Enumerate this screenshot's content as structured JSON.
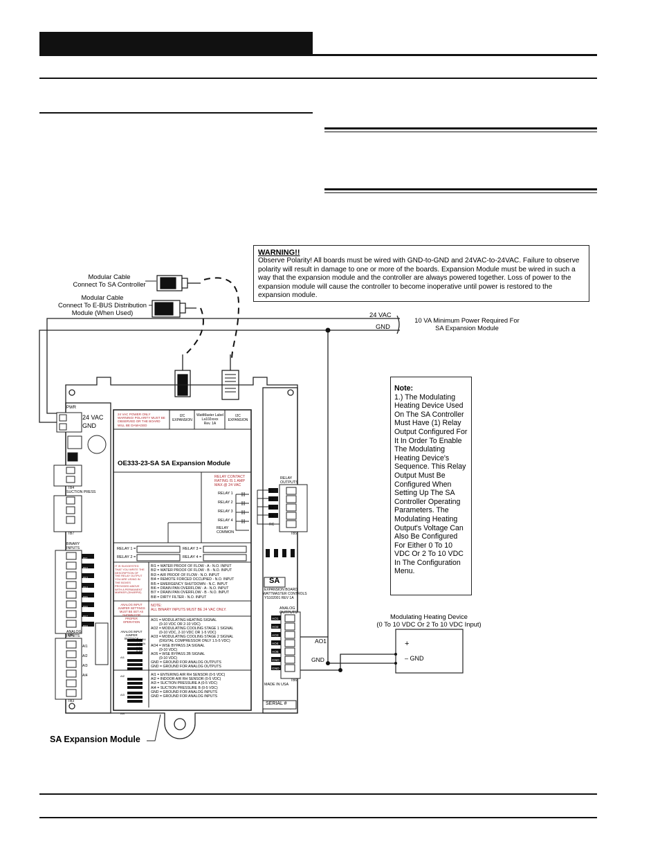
{
  "warning": {
    "title": "WARNING!!",
    "text": "Observe Polarity! All boards must be wired with GND-to-GND and 24VAC-to-24VAC. Failure to observe polarity will result in damage to one or more of the boards. Expansion Module must be wired in such a way that the expansion module and the controller are always powered together. Loss of power to the expansion module will cause the controller to become inoperative until power is restored to the expansion module."
  },
  "cables": {
    "cable1": "Modular Cable\nConnect To SA Controller",
    "cable2": "Modular Cable\nConnect To E-BUS Distribution\nModule (When Used)"
  },
  "power": {
    "vac_label": "24 VAC",
    "gnd_label": "GND",
    "note": "10 VA Minimum Power Required For\nSA Expansion Module"
  },
  "note": {
    "title": "Note:",
    "text": "1.) The Modulating Heating Device Used On The SA Controller Must Have (1) Relay Output Configured For It In Order To Enable The Modulating Heating Device's Sequence. This Relay Output Must Be Configured When Setting Up The SA Controller Operating Parameters. The Modulating Heating Output's Voltage Can Also Be Configured For Either 0 To 10 VDC Or 2 To 10 VDC In The Configuration Menu."
  },
  "device": {
    "title": "Modulating Heating Device\n(0 To 10 VDC Or 2 To 10 VDC Input)",
    "plus": "+",
    "gnd": "– GND",
    "ao1": "AO1",
    "gnd_wire": "GND"
  },
  "board": {
    "title": "OE333-23-SA  SA Expansion Module",
    "power_warning": "24 VAC POWER ONLY\nWARNING! POLARITY MUST BE\nOBSERVED OR THE BOARD\nWILL BE DAMAGED",
    "i2c_1": "I2C\nEXPANSION",
    "label_box": "WattMaster  Label\nLa102xxxx\nRev. 1A",
    "i2c_2": "I2C\nEXPANSION",
    "power_conn": "24  VAC\nGND",
    "pwr_led": "PWR",
    "relay_rating": "RELAY CONTACT\nRATING IS 1 AMP\nMAX @ 24 VAC",
    "relays": [
      "RELAY 1",
      "RELAY 2",
      "RELAY 3",
      "RELAY 4",
      "RELAY\nCOMMON"
    ],
    "relay_fields": [
      "RELAY 1 =",
      "RELAY 2 =",
      "RELAY 3 =",
      "RELAY 4 ="
    ],
    "relay_outputs": "RELAY\nOUTPUTS",
    "relay_terms": [
      "R1",
      "R2",
      "R3",
      "R4",
      "RC"
    ],
    "suggest": "IT IS SUGGESTED\nTHAT YOU WRITE THE\nDESCRIPTION OF\nTHE RELAY OUTPUT\nYOU ARE USING IN\nTHE BOXES\nPROVIDED ABOVE\nWITH A PERMANENT\nMARKER (SHARPIE)",
    "binary_inputs": [
      "BI1 = WATER PROOF OF FLOW - A - N.O. INPUT",
      "BI2 = WATER PROOF OF FLOW - B - N.O. INPUT",
      "BI3 = AIR PROOF OF FLOW - N.O. INPUT",
      "BI4 = REMOTE FORCED OCCUPIED - N.O. INPUT",
      "BI5 = EMERGENCY SHUTDOWN - N.C. INPUT",
      "BI6 = DRAIN PAN OVERFLOW - A - N.O. INPUT",
      "BI7 = DRAIN PAN OVERFLOW - B - N.O. INPUT",
      "BI8 = DIRTY FILTER - N.O. INPUT"
    ],
    "bi_note": "NOTE:\nALL BINARY INPUTS MUST BE 24 VAC ONLY.",
    "jumper_note": "ANALOG INPUT\nJUMPER SETTINGS\nMUST BE SET AS\nSHOWN FOR\nPROPER\nOPERATION",
    "jumper_title": "ANALOG INPUT\nJUMPER\nSETTINGS",
    "jumper_opts": [
      "THERM",
      "4-20MA",
      "0-5V",
      "0-10V"
    ],
    "analog_outputs": [
      "AO1 = MODULATING HEATING SIGNAL",
      "(0-10 VDC OR 2-10 VDC)",
      "AO2 = MODULATING COOLING STAGE 1 SIGNAL",
      "(0-10 VDC, 2-10 VDC OR 1-5 VDC)",
      "AO3 = MODULATING COOLING STAGE 2 SIGNAL",
      "(DIGITAL COMPRESSOR ONLY 1.5-5 VDC)",
      "AO4 = WSE BYPASS 2A SIGNAL",
      "(0-10 VDC)",
      "AO5 = WSE BYPASS 2B SIGNAL",
      "(0-10 VDC)",
      "GND = GROUND FOR ANALOG OUTPUTS",
      "GND = GROUND FOR ANALOG OUTPUTS"
    ],
    "analog_inputs": [
      "AI1 = ENTERING AIR RH SENSOR (0-5 VDC)",
      "AI2 = INDOOR AIR RH SENSOR (0-5 VDC)",
      "AI3 = SUCTION PRESSURE A (0-5 VDC)",
      "AI4 = SUCTION PRESSURE B (0-5 VDC)",
      "GND = GROUND FOR ANALOG INPUTS",
      "GND = GROUND FOR ANALOG INPUTS"
    ],
    "ai_labels": [
      "AI1",
      "AI2",
      "AI3",
      "AI4"
    ],
    "analog_outputs_hdr": "ANALOG\nOUTPUTS",
    "ao_terms": [
      "AO1",
      "AO2",
      "AO3",
      "AO4",
      "AO5",
      "GND",
      "GND"
    ],
    "sa_logo": "SA",
    "sa_sub": "EXPANSION BOARD",
    "mfr": "WATTMASTER  CONTROLS",
    "part": "YS102001  REV 1A",
    "made": "MADE IN USA",
    "serial": "SERIAL  #",
    "tb_labels": [
      "TB4",
      "TB7",
      "TB1",
      "TB5",
      "TB3",
      "TB6"
    ],
    "suction": "SUCTION PRESS",
    "binary_hdr": "BINARY\nINPUTS",
    "analog_hdr": "ANALOG\nINPUTS",
    "bi_terms": [
      "BI1",
      "BI2",
      "BI3",
      "BI4",
      "BI5",
      "BI6",
      "BI7",
      "BI8"
    ]
  },
  "caption": "SA Expansion Module"
}
